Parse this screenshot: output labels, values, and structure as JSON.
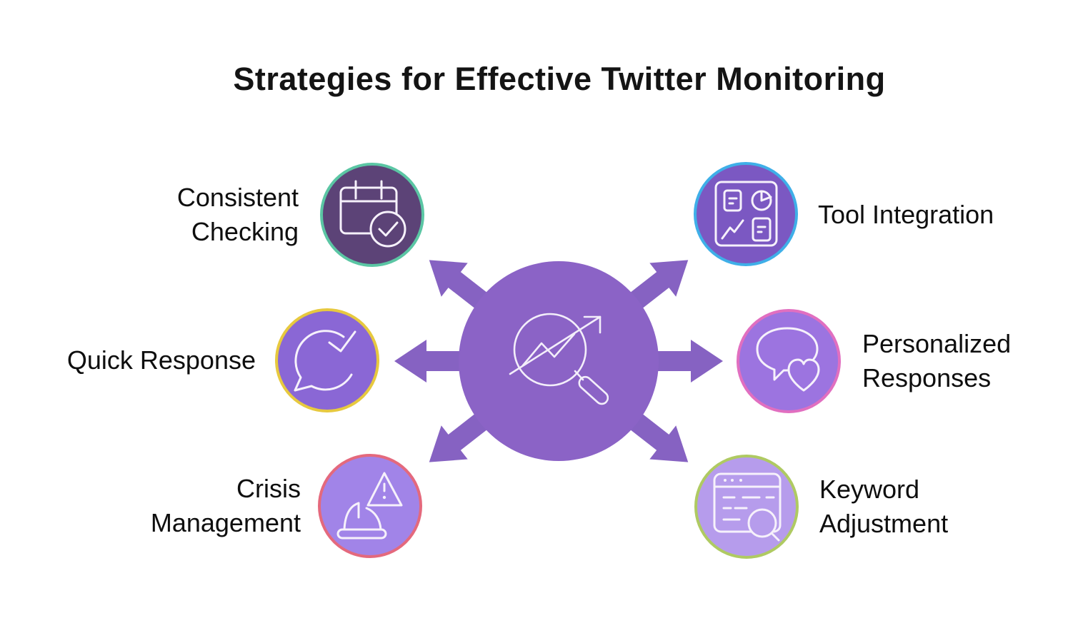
{
  "title": "Strategies for Effective Twitter Monitoring",
  "colors": {
    "page_background": "#FFFFFF",
    "title_color": "#141414",
    "label_color": "#0E0E0E"
  },
  "center": {
    "icon": "magnifier-trend-chart-icon",
    "fill": "#8B63C6",
    "arrow_fill": "#8662C2"
  },
  "nodes": [
    {
      "id": "consistent-checking",
      "label": "Consistent\nChecking",
      "icon": "calendar-check-icon",
      "fill": "#5C4377",
      "border": "#5BC6A4"
    },
    {
      "id": "quick-response",
      "label": "Quick Response",
      "icon": "chat-check-icon",
      "fill": "#8A67D5",
      "border": "#E7C93F"
    },
    {
      "id": "crisis-management",
      "label": "Crisis\nManagement",
      "icon": "warning-hardhat-icon",
      "fill": "#A184E8",
      "border": "#E4697D"
    },
    {
      "id": "tool-integration",
      "label": "Tool Integration",
      "icon": "dashboard-charts-icon",
      "fill": "#7B58C2",
      "border": "#3FAFE8"
    },
    {
      "id": "personalized-responses",
      "label": "Personalized\nResponses",
      "icon": "chat-heart-icon",
      "fill": "#9C74E0",
      "border": "#E16FC0"
    },
    {
      "id": "keyword-adjustment",
      "label": "Keyword\nAdjustment",
      "icon": "browser-search-icon",
      "fill": "#B69CEC",
      "border": "#AFCA62"
    }
  ]
}
